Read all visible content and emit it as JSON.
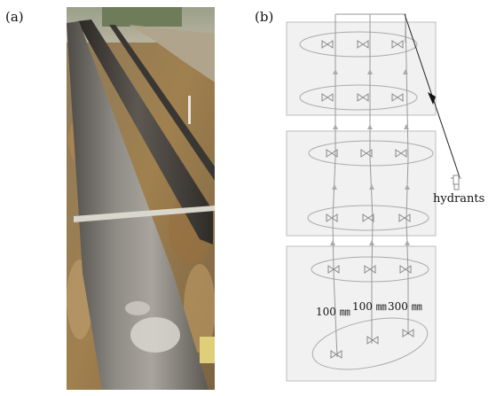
{
  "panels": {
    "left_label": "(a)",
    "right_label": "(b)"
  },
  "diagram": {
    "hydrants_label": "hydrants",
    "pipe_labels": [
      "100 ㎜",
      "100 ㎜",
      "300 ㎜"
    ]
  }
}
